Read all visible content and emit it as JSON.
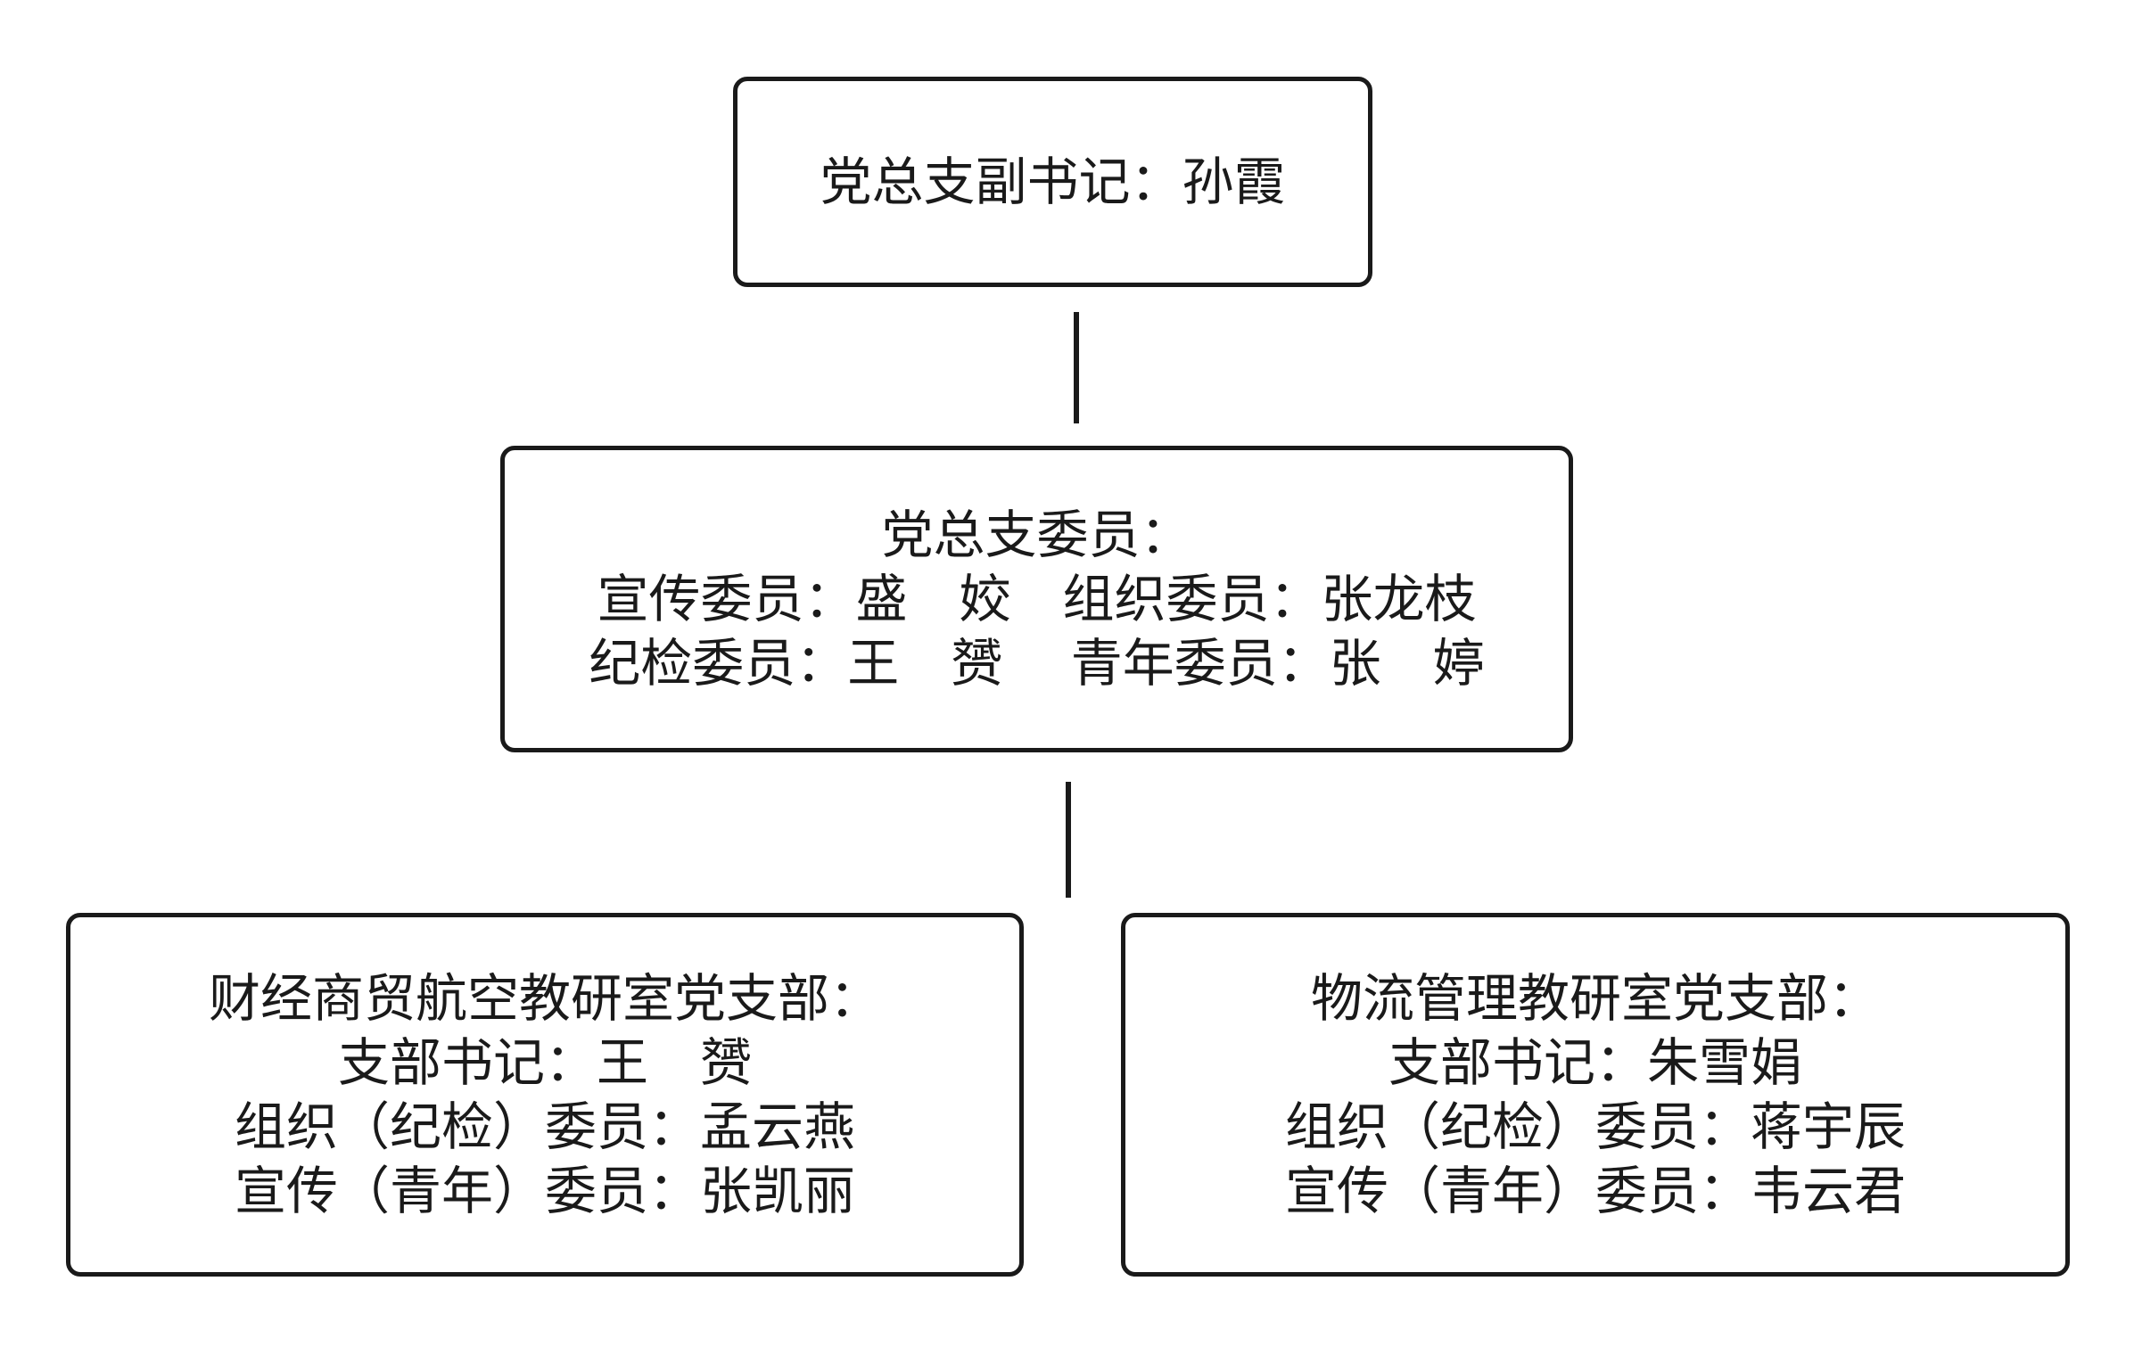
{
  "org_chart": {
    "top": {
      "line1": "党总支副书记：孙霞"
    },
    "committee": {
      "line1": "党总支委员：",
      "line2": "宣传委员：盛　姣　组织委员：张龙枝",
      "line3": "纪检委员：王　赟　 青年委员：张　婷"
    },
    "left_branch": {
      "line1": "财经商贸航空教研室党支部：",
      "line2": "支部书记：王　赟",
      "line3": "组织（纪检）委员：孟云燕",
      "line4": "宣传（青年）委员：张凯丽"
    },
    "right_branch": {
      "line1": "物流管理教研室党支部：",
      "line2": "支部书记：朱雪娟",
      "line3": "组织（纪检）委员：蒋宇辰",
      "line4": "宣传（青年）委员：韦云君"
    }
  }
}
